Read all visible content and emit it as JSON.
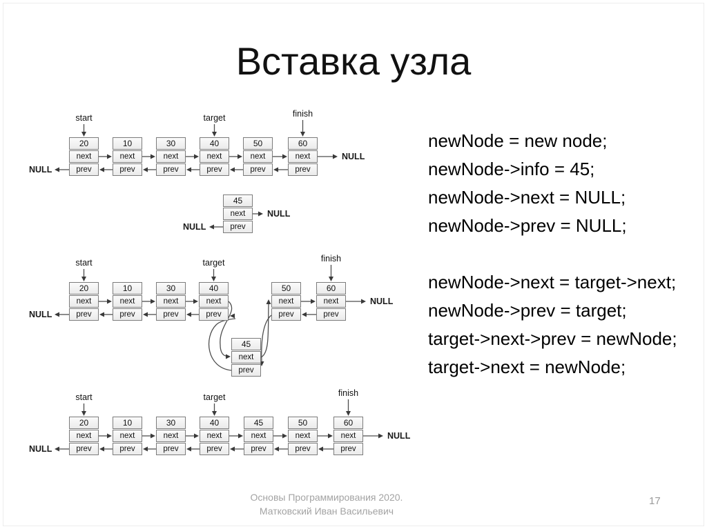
{
  "title": "Вставка узла",
  "code": {
    "block1": [
      "newNode = new node;",
      "newNode->info = 45;",
      "newNode->next = NULL;",
      "newNode->prev = NULL;"
    ],
    "block2": [
      "newNode->next = target->next;",
      "newNode->prev = target;",
      "target->next->prev = newNode;",
      "target->next = newNode;"
    ]
  },
  "labels": {
    "next": "next",
    "prev": "prev",
    "null": "NULL",
    "start": "start",
    "target": "target",
    "finish": "finish"
  },
  "diagrams": [
    {
      "name": "list-before-insert",
      "values": [
        "20",
        "10",
        "30",
        "40",
        "50",
        "60"
      ],
      "pointers": {
        "start": 0,
        "target": 3,
        "finish": 5
      }
    },
    {
      "name": "new-node-detached",
      "values": [
        "45"
      ]
    },
    {
      "name": "list-during-insert",
      "values": [
        "20",
        "10",
        "30",
        "40",
        "50",
        "60"
      ],
      "inserted_value": "45",
      "pointers": {
        "start": 0,
        "target": 3,
        "finish": 5
      }
    },
    {
      "name": "list-after-insert",
      "values": [
        "20",
        "10",
        "30",
        "40",
        "45",
        "50",
        "60"
      ],
      "pointers": {
        "start": 0,
        "target": 3,
        "finish": 6
      }
    }
  ],
  "footer": {
    "line1": "Основы Программирования 2020.",
    "line2": "Матковский Иван Васильевич",
    "page": "17"
  },
  "colors": {
    "node_border": "#7b7b7b",
    "node_fill": "#f2f2f2",
    "arrow": "#4d4d4d",
    "text": "#111111",
    "footer_text": "#a3a3a3"
  }
}
